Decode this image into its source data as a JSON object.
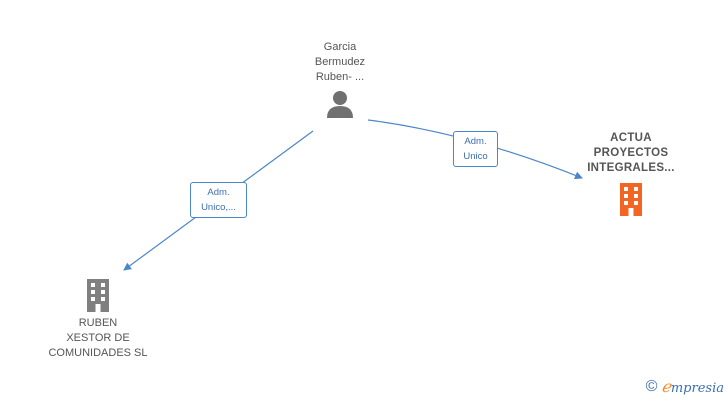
{
  "nodes": {
    "person": {
      "lines": [
        "Garcia",
        "Bermudez",
        "Ruben- ..."
      ],
      "icon": "person-icon",
      "color": "#707070"
    },
    "actua": {
      "lines": [
        "ACTUA",
        "PROYECTOS",
        "INTEGRALES..."
      ],
      "icon": "building-icon",
      "color": "#f26522"
    },
    "ruben": {
      "lines": [
        "RUBEN",
        "XESTOR DE",
        "COMUNIDADES SL"
      ],
      "icon": "building-icon",
      "color": "#808080"
    }
  },
  "edges": {
    "to_actua": {
      "lines": [
        "Adm.",
        "Unico"
      ]
    },
    "to_ruben": {
      "lines": [
        "Adm.",
        "Unico,..."
      ]
    }
  },
  "colors": {
    "edge": "#4a86c8"
  },
  "footer": {
    "copyright_symbol": "©",
    "brand_initial": "ℯ",
    "brand_rest": "mpresia"
  }
}
